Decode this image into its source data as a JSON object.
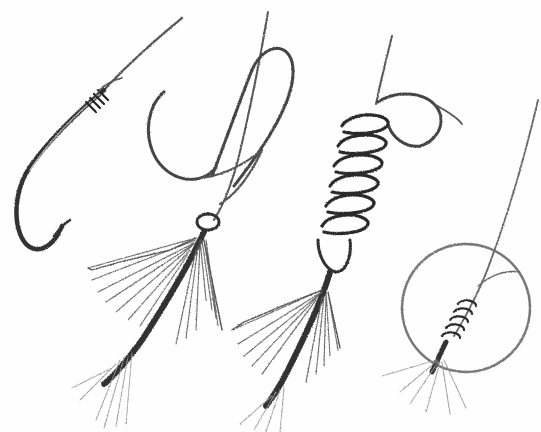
{
  "illustration": {
    "kind": "engraving-style line drawing, grayscale",
    "colors": {
      "background": "#ffffff",
      "ink": "#4a4a4a",
      "ink_dark": "#2a2a2a",
      "hackle": "#6b6b6b",
      "tail": "#9a9a9a"
    },
    "figures": [
      {
        "id": "hook-eye-tied",
        "icon": "fishing-hook-icon"
      },
      {
        "id": "fly-loop-knot",
        "icon": "wet-fly-icon"
      },
      {
        "id": "fly-wrapped-knot",
        "icon": "wet-fly-icon"
      },
      {
        "id": "knot-detail-circle",
        "icon": "magnifier-circle-icon"
      }
    ]
  }
}
